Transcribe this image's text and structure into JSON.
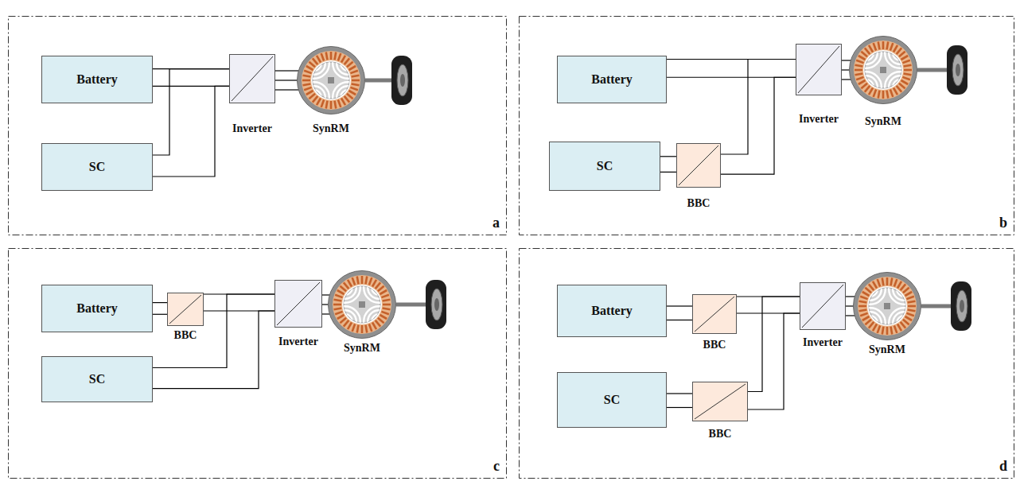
{
  "diagram": {
    "nodes": [
      {
        "text": [
          "a"
        ]
      },
      {
        "text": [
          "Battery"
        ],
        "in": 0
      },
      {
        "text": [
          "SC"
        ],
        "in": 0
      },
      {
        "text": [
          "Inverter"
        ],
        "in": 0
      },
      {
        "text": [
          "SynRM"
        ],
        "in": 0
      },
      {
        "text": [
          "b"
        ]
      },
      {
        "text": [
          "Battery"
        ],
        "in": 5
      },
      {
        "text": [
          "SC"
        ],
        "in": 5
      },
      {
        "text": [
          "BBC"
        ],
        "in": 5
      },
      {
        "text": [
          "Inverter"
        ],
        "in": 5
      },
      {
        "text": [
          "SynRM"
        ],
        "in": 5
      },
      {
        "text": [
          "c"
        ]
      },
      {
        "text": [
          "Battery"
        ],
        "in": 11
      },
      {
        "text": [
          "BBC"
        ],
        "in": 11
      },
      {
        "text": [
          "SC"
        ],
        "in": 11
      },
      {
        "text": [
          "Inverter"
        ],
        "in": 11
      },
      {
        "text": [
          "SynRM"
        ],
        "in": 11
      },
      {
        "text": [
          "d"
        ]
      },
      {
        "text": [
          "Battery"
        ],
        "in": 17
      },
      {
        "text": [
          "BBC"
        ],
        "in": 17
      },
      {
        "text": [
          "SC"
        ],
        "in": 17
      },
      {
        "text": [
          "BBC"
        ],
        "in": 17
      },
      {
        "text": [
          "Inverter"
        ],
        "in": 17
      },
      {
        "text": [
          "SynRM"
        ],
        "in": 17
      }
    ],
    "edges": [
      {
        "from": 1,
        "to": 3,
        "arrow": "none"
      },
      {
        "from": 2,
        "to": 3,
        "arrow": "none"
      },
      {
        "from": 3,
        "to": 4,
        "arrow": "none"
      },
      {
        "from": 6,
        "to": 9,
        "arrow": "none"
      },
      {
        "from": 7,
        "to": 8,
        "arrow": "none"
      },
      {
        "from": 8,
        "to": 9,
        "arrow": "none"
      },
      {
        "from": 9,
        "to": 10,
        "arrow": "none"
      },
      {
        "from": 12,
        "to": 13,
        "arrow": "none"
      },
      {
        "from": 13,
        "to": 15,
        "arrow": "none"
      },
      {
        "from": 14,
        "to": 15,
        "arrow": "none"
      },
      {
        "from": 15,
        "to": 16,
        "arrow": "none"
      },
      {
        "from": 18,
        "to": 19,
        "arrow": "none"
      },
      {
        "from": 20,
        "to": 21,
        "arrow": "none"
      },
      {
        "from": 19,
        "to": 22,
        "arrow": "none"
      },
      {
        "from": 21,
        "to": 22,
        "arrow": "none"
      },
      {
        "from": 22,
        "to": 23,
        "arrow": "none"
      }
    ]
  }
}
